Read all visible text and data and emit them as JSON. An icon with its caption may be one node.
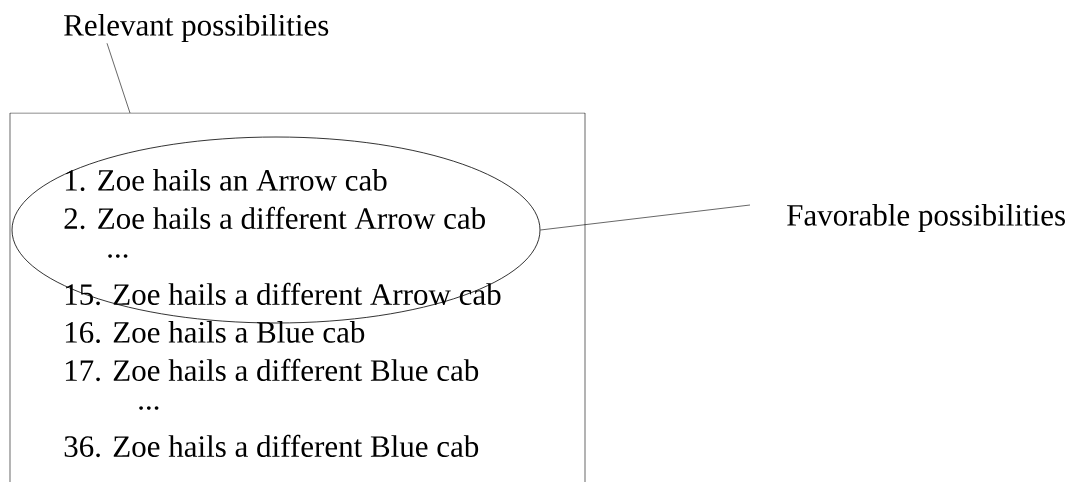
{
  "diagram": {
    "nodes": [
      {
        "text": [
          "Relevant possibilities"
        ]
      },
      {
        "text": [
          "16. Zoe hails a Blue cab",
          "17. Zoe hails a different Blue cab",
          "...",
          "36. Zoe hails a different Blue cab"
        ]
      },
      {
        "text": [
          "1. Zoe hails an Arrow cab",
          "2. Zoe hails a different Arrow cab",
          "...",
          "15. Zoe hails a different Arrow cab"
        ],
        "in": 1
      },
      {
        "text": [
          "Favorable possibilities"
        ]
      }
    ],
    "edges": [
      {
        "from": 0,
        "to": 1,
        "arrow": "none"
      },
      {
        "from": 3,
        "to": 2,
        "arrow": "none"
      }
    ]
  }
}
